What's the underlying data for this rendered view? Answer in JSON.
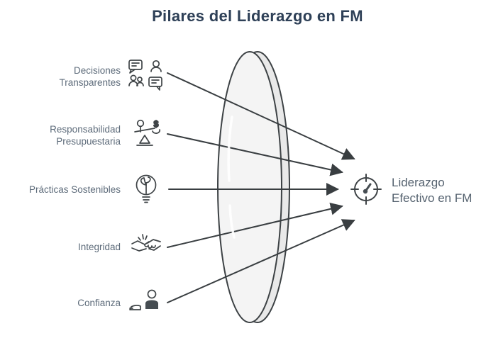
{
  "title": "Pilares del Liderazgo en FM",
  "pillars": [
    {
      "lines": [
        "Decisiones",
        "Transparentes"
      ],
      "icon": "communication-icon"
    },
    {
      "lines": [
        "Responsabilidad",
        "Presupuestaria"
      ],
      "icon": "budget-balance-icon"
    },
    {
      "lines": [
        "Prácticas Sostenibles"
      ],
      "icon": "sustainability-plant-icon"
    },
    {
      "lines": [
        "Integridad"
      ],
      "icon": "handshake-icon"
    },
    {
      "lines": [
        "Confianza"
      ],
      "icon": "trust-person-icon"
    }
  ],
  "result": {
    "lines": [
      "Liderazgo",
      "Efectivo en FM"
    ],
    "icon": "target-gauge-icon"
  },
  "symbols": {
    "currency": "$"
  },
  "colors": {
    "title": "#2e4057",
    "label": "#5d6b7a",
    "stroke": "#3f4447",
    "lens_fill": "#f4f4f4",
    "background": "#ffffff"
  }
}
